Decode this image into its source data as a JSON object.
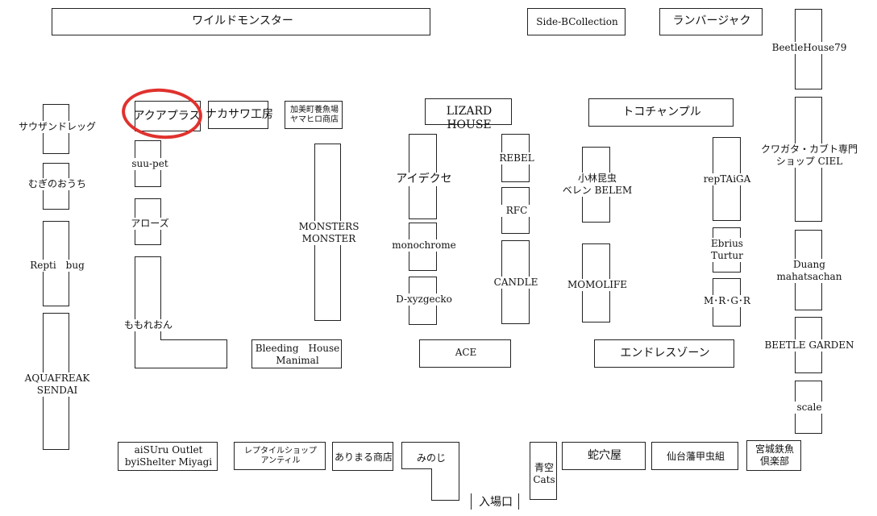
{
  "map": {
    "booths": {
      "wild_monster": "ワイルドモンスター",
      "side_b_collection": "Side-BCollection",
      "lumberjack": "ランバージャク",
      "beetle_house_79": "BeetleHouse79",
      "thousand_dreg": "サウザンドレッグ",
      "aqua_plus": "アクアプラス",
      "nakazawa_kobo": "ナカサワ工房",
      "kami_yamahiro": "加美町養魚場\nヤマヒロ商店",
      "lizard_house": "LIZARD HOUSE",
      "toco_temple": "トコチャンプル",
      "kuwagata_ciel": "クワガタ・カブト専門\nショップ CIEL",
      "mugi_no_ouchi": "むぎのおうち",
      "suu_pet": "suu-pet",
      "aideku_se": "アイデクセ",
      "rebel": "REBEL",
      "kobayashi_belem": "小林昆虫\nベレン BELEM",
      "rep_taiga": "repTAiGA",
      "arrows": "アローズ",
      "monsters_monster": "MONSTERS\nMONSTER",
      "rfc": "RFC",
      "repti_bug": "Repti　bug",
      "monochrome": "monochrome",
      "ebrius_turtur": "Ebrius\nTurtur",
      "duang": "Duang\nmahatsachan",
      "candle": "CANDLE",
      "momolife": "MOMOLIFE",
      "d_xyzgecko": "D-xyzgecko",
      "mrgr": "M･R･G･R",
      "momoreon": "ももれおん",
      "beetle_garden": "BEETLE GARDEN",
      "bleeding_house": "Bleeding　House\nManimal",
      "ace": "ACE",
      "endless_zone": "エンドレスゾーン",
      "aquafreak": "AQUAFREAK\nSENDAI",
      "scale": "scale",
      "aisuru": "aiSUru Outlet\nbyiShelter Miyagi",
      "reptile_antil": "レプタイルショップ\nアンティル",
      "arimaru": "ありまる商店",
      "minoji": "みのじ",
      "aozora_cats": "青空\nCats",
      "dasetsu": "蛇穴屋",
      "sendai_kochu": "仙台藩甲虫組",
      "miyagi_tetsugyo": "宮城鉄魚\n倶楽部"
    },
    "entrance_label": "入場口",
    "highlight_color": "#e0322e"
  }
}
